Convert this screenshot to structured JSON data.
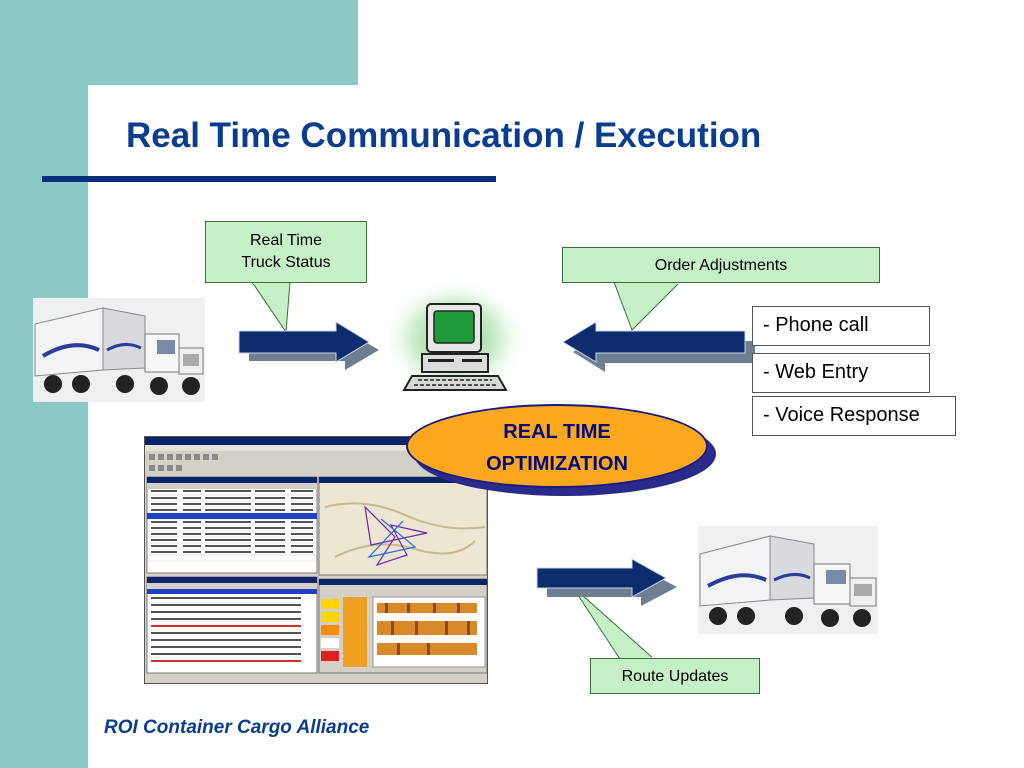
{
  "title": "Real Time Communication / Execution",
  "footer": "ROI Container Cargo Alliance",
  "callouts": {
    "truck_status": [
      "Real Time",
      "Truck Status"
    ],
    "order_adjustments": "Order Adjustments",
    "route_updates": "Route Updates"
  },
  "order_channels": [
    "- Phone call",
    "- Web Entry",
    "- Voice Response"
  ],
  "optimization": [
    "REAL TIME",
    "OPTIMIZATION"
  ],
  "colors": {
    "teal": "#8cc8c6",
    "title_blue": "#0a3d8f",
    "callout_green": "#c6f0c6",
    "optimization_orange": "#fba81f",
    "arrow_navy": "#0d2c6e"
  }
}
